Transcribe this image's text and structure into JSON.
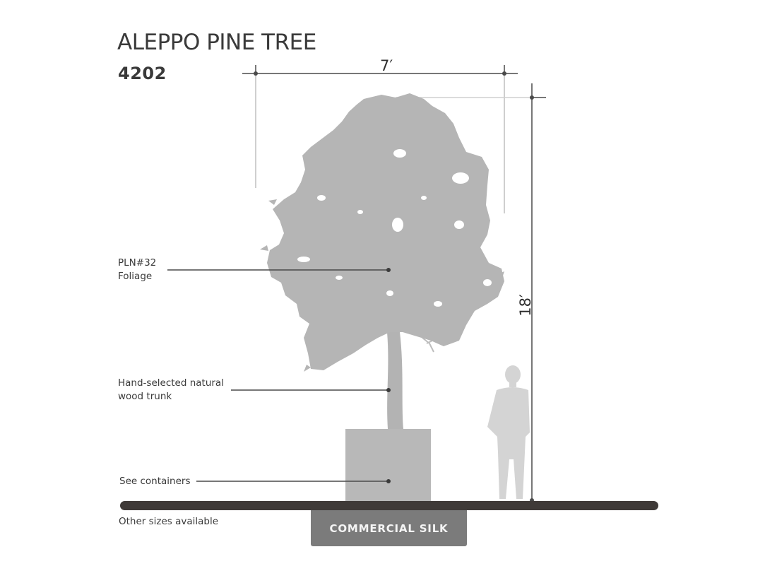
{
  "header": {
    "title": "ALEPPO PINE TREE",
    "product_code": "4202"
  },
  "dimensions": {
    "width": "7′",
    "height": "18′"
  },
  "callouts": [
    {
      "label_line1": "PLN#32",
      "label_line2": "Foliage"
    },
    {
      "label_line1": "Hand-selected natural",
      "label_line2": "wood trunk"
    },
    {
      "label_line1": "See containers",
      "label_line2": ""
    }
  ],
  "footer": {
    "note": "Other sizes available",
    "badge": "COMMERCIAL SILK"
  },
  "colors": {
    "foliage": "#b5b5b5",
    "container": "#b8b8b8",
    "human_silhouette": "#d4d4d4",
    "ground_bar": "#3f3a38",
    "badge_bg": "#7b7b7b",
    "dimension_line": "#4a4a4a",
    "extension_line": "#c8c8c8"
  }
}
